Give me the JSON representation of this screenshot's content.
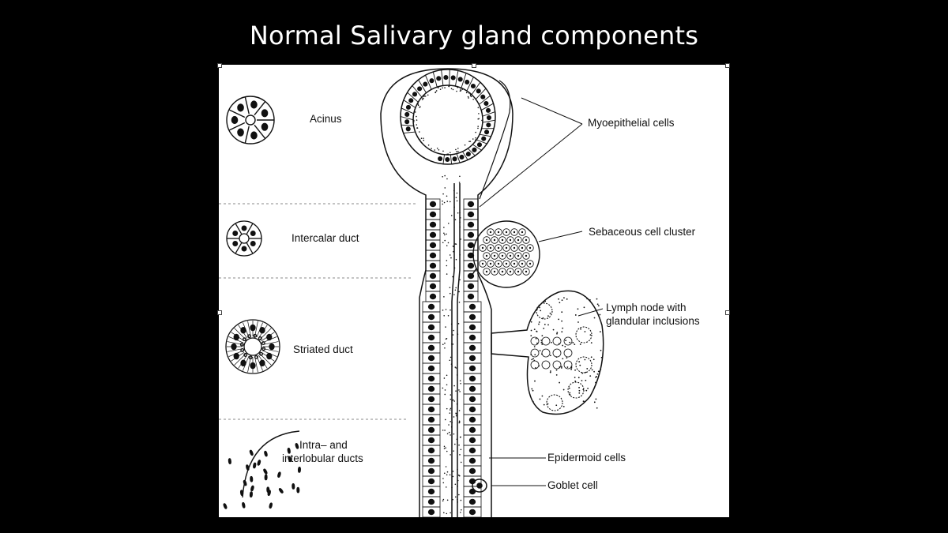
{
  "slide": {
    "title": "Normal Salivary gland components"
  },
  "diagram": {
    "labels": {
      "acinus": "Acinus",
      "intercalar_duct": "Intercalar duct",
      "striated_duct": "Striated duct",
      "intra_interlobular_line1": "Intra– and",
      "intra_interlobular_line2": "interlobular ducts",
      "myoepithelial_cells": "Myoepithelial cells",
      "sebaceous_cell_cluster": "Sebaceous cell cluster",
      "lymph_node_line1": "Lymph node with",
      "lymph_node_line2": "glandular inclusions",
      "epidermoid_cells": "Epidermoid cells",
      "goblet_cell": "Goblet cell"
    },
    "colors": {
      "background": "#000000",
      "figure": "#ffffff",
      "ink": "#111111",
      "title": "#ffffff"
    }
  }
}
